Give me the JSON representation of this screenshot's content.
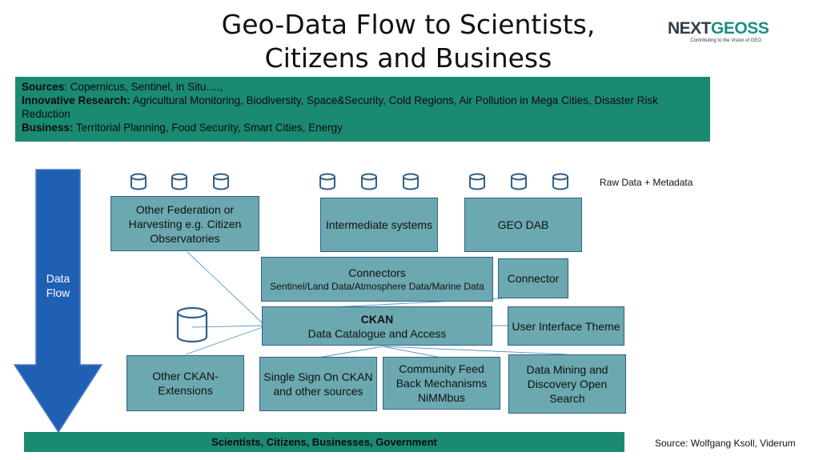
{
  "title": {
    "line1": "Geo-Data Flow to Scientists,",
    "line2": "Citizens and Business"
  },
  "logo": {
    "text_a": "NEXT",
    "text_b": "GEOSS",
    "tagline": "Contributing to the Vision of GEO"
  },
  "banner": {
    "sources_label": "Sources",
    "sources_text": ": Copernicus, Sentinel, in Situ….,",
    "research_label": "Innovative Research:",
    "research_text": " Agricultural Monitoring, Biodiversity, Space&Security, Cold Regions, Air Pollution in Mega Cities, Disaster Risk Reduction",
    "business_label": "Business:",
    "business_text": " Territorial Planning, Food Security, Smart Cities, Energy"
  },
  "raw_data_label": "Raw Data + Metadata",
  "data_flow_label": {
    "line1": "Data",
    "line2": "Flow"
  },
  "boxes": {
    "other_federation": "Other Federation or Harvesting e.g. Citizen Observatories",
    "intermediate": "Intermediate systems",
    "geo_dab": "GEO DAB",
    "connectors_title": "Connectors",
    "connectors_sub": "Sentinel/Land Data/Atmosphere Data/Marine Data",
    "connector": "Connector",
    "ckan_title": "CKAN",
    "ckan_sub": "Data Catalogue and Access",
    "ui_theme": "User Interface Theme",
    "other_ckan": "Other CKAN-Extensions",
    "sso": "Single Sign On CKAN and other sources",
    "community": "Community Feed Back Mechanisms NiMMbus",
    "data_mining": "Data Mining and Discovery Open Search"
  },
  "bottom_bar": "Scientists, Citizens, Businesses, Government",
  "source_note": "Source: Wolfgang Ksoll, Viderum",
  "colors": {
    "teal": "#1a8a73",
    "box_fill": "#6ca8b0",
    "box_border": "#2f5f8a",
    "arrow": "#1f5fb4"
  },
  "icons": [
    "database-icon"
  ]
}
